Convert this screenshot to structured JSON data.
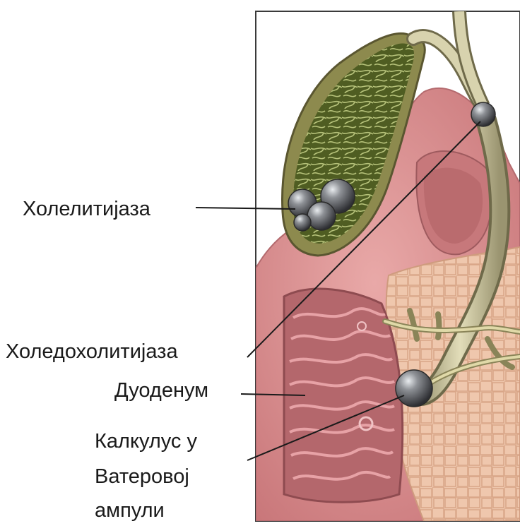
{
  "labels": {
    "cholelithiasis": "Холелитијаза",
    "choledocholithiasis": "Холедохолитијаза",
    "duodenum": "Дуоденум",
    "calculus_line1": "Калкулус у",
    "calculus_line2": "Ватеровој",
    "calculus_line3": "ампули"
  },
  "colors": {
    "frame": "#3a3a3a",
    "duct": "#d8d3ae",
    "duct_outline": "#7a7556",
    "gallbladder": "#5c6a2a",
    "gallbladder_wall": "#8d8a4e",
    "stomach": "#d48a8a",
    "duodenum_inner": "#c9787d",
    "pancreas": "#e8c1a4",
    "stone": "#6e7073",
    "leader_line": "#1a1a1a"
  }
}
